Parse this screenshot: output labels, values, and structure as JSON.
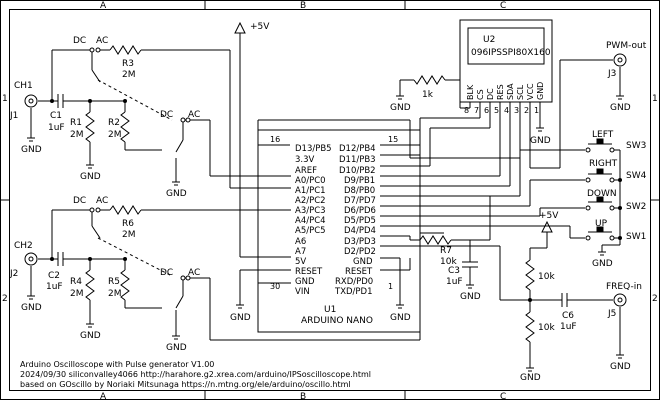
{
  "frame": {
    "col_top": [
      "A",
      "B",
      "C"
    ],
    "col_bottom": [
      "A",
      "B",
      "C"
    ],
    "row_left": [
      "1",
      "2"
    ],
    "row_right": [
      "1",
      "2"
    ]
  },
  "ch1": {
    "connector_label": "CH1",
    "connector_ref": "J1",
    "gnd": "GND",
    "cap_ref": "C1",
    "cap_val": "1uF",
    "r1_ref": "R1",
    "r1_val": "2M",
    "r1_gnd": "GND",
    "r2_ref": "R2",
    "r2_val": "2M",
    "r3_ref": "R3",
    "r3_val": "2M",
    "sw_a_dc": "DC",
    "sw_a_ac": "AC",
    "sw_b_dc": "DC",
    "sw_b_ac": "AC",
    "sw_b_gnd": "GND"
  },
  "ch2": {
    "connector_label": "CH2",
    "connector_ref": "J2",
    "gnd": "GND",
    "cap_ref": "C2",
    "cap_val": "1uF",
    "r4_ref": "R4",
    "r4_val": "2M",
    "r4_gnd": "GND",
    "r5_ref": "R5",
    "r5_val": "2M",
    "r6_ref": "R6",
    "r6_val": "2M",
    "sw_a_dc": "DC",
    "sw_a_ac": "AC",
    "sw_b_dc": "DC",
    "sw_b_ac": "AC",
    "sw_b_gnd": "GND"
  },
  "arduino": {
    "ref": "U1",
    "name": "ARDUINO NANO",
    "pin_num_d13": "16",
    "pin_num_d12": "15",
    "pin_num_vin": "30",
    "pin_num_txd": "1",
    "left_pins": [
      "D13/PB5",
      "3.3V",
      "AREF",
      "A0/PC0",
      "A1/PC1",
      "A2/PC2",
      "A3/PC3",
      "A4/PC4",
      "A5/PC5",
      "A6",
      "A7",
      "5V",
      "RESET",
      "GND",
      "VIN"
    ],
    "right_pins": [
      "D12/PB4",
      "D11/PB3",
      "D10/PB2",
      "D9/PB1",
      "D8/PB0",
      "D7/PD7",
      "D6/PD6",
      "D5/PD5",
      "D4/PD4",
      "D3/PD3",
      "D2/PD2",
      "GND",
      "RESET",
      "RXD/PD0",
      "TXD/PD1"
    ],
    "gnd_left": "GND",
    "gnd_right": "GND"
  },
  "supply": {
    "label": "+5V",
    "label2": "+5V"
  },
  "display": {
    "ref": "U2",
    "name": "096IPSSPI80X160",
    "pins": [
      "BLK",
      "CS",
      "DC",
      "RES",
      "SDA",
      "SCL",
      "VCC",
      "GND"
    ],
    "pin_nums": [
      "8",
      "7",
      "6",
      "5",
      "4",
      "3",
      "2",
      "1"
    ],
    "blk_res": "1k",
    "blk_gnd": "GND",
    "gnd": "GND"
  },
  "pwm": {
    "label": "PWM-out",
    "ref": "J3",
    "gnd": "GND"
  },
  "r7": {
    "ref": "R7",
    "val": "10k"
  },
  "c3": {
    "ref": "C3",
    "val": "1uF",
    "gnd": "GND"
  },
  "buttons": [
    {
      "name": "LEFT",
      "ref": "SW3"
    },
    {
      "name": "RIGHT",
      "ref": "SW4"
    },
    {
      "name": "DOWN",
      "ref": "SW2"
    },
    {
      "name": "UP",
      "ref": "SW1"
    }
  ],
  "buttons_gnd": "GND",
  "freq": {
    "label": "FREQ-in",
    "ref": "J5",
    "gnd": "GND",
    "r_top": "10k",
    "r_bot": "10k",
    "r_gnd": "GND",
    "cap_ref": "C6",
    "cap_val": "1uF"
  },
  "footer": {
    "line1": "Arduino Oscilloscope with Pulse generator V1.00",
    "line2": "2024/09/30 siliconvalley4066 http://harahore.g2.xrea.com/arduino/IPSoscilloscope.html",
    "line3": "based on GOscillo by Noriaki Mitsunaga https://n.mtng.org/ele/arduino/oscillo.html"
  }
}
